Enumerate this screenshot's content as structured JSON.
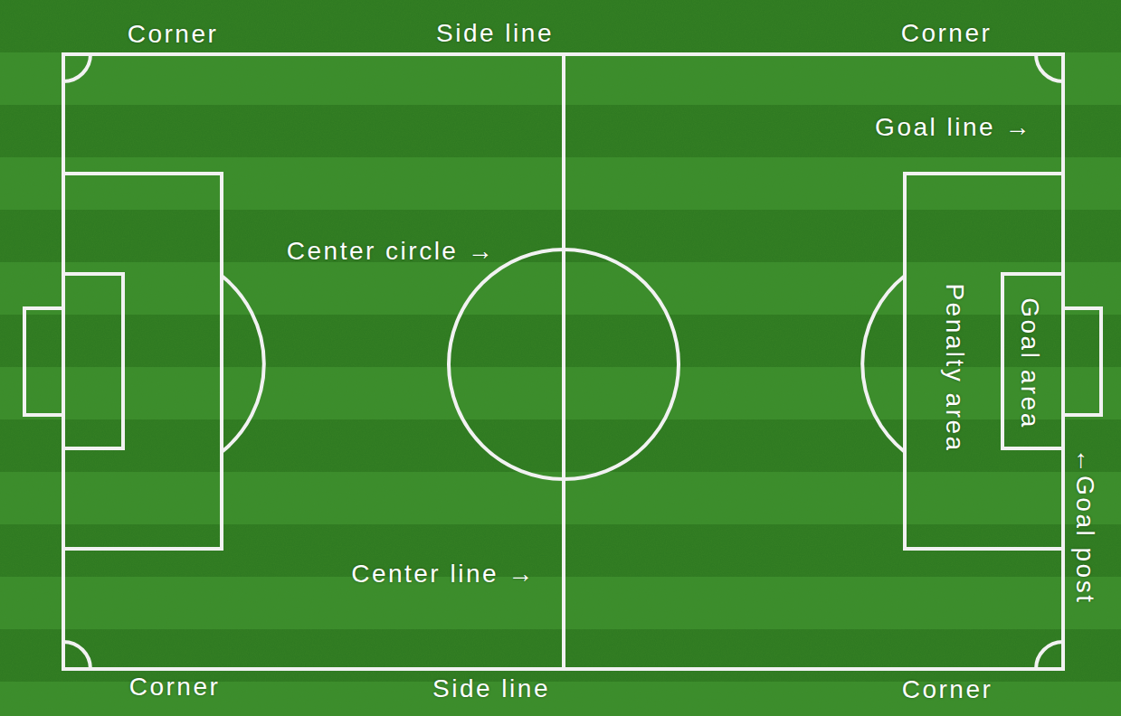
{
  "diagram": {
    "labels": [
      "Corner",
      "Side line",
      "Corner",
      "Goal line →",
      "Center circle →",
      "Penalty area",
      "Goal area",
      "←Goal post",
      "Center line →",
      "Corner",
      "Side line",
      "Corner"
    ]
  }
}
